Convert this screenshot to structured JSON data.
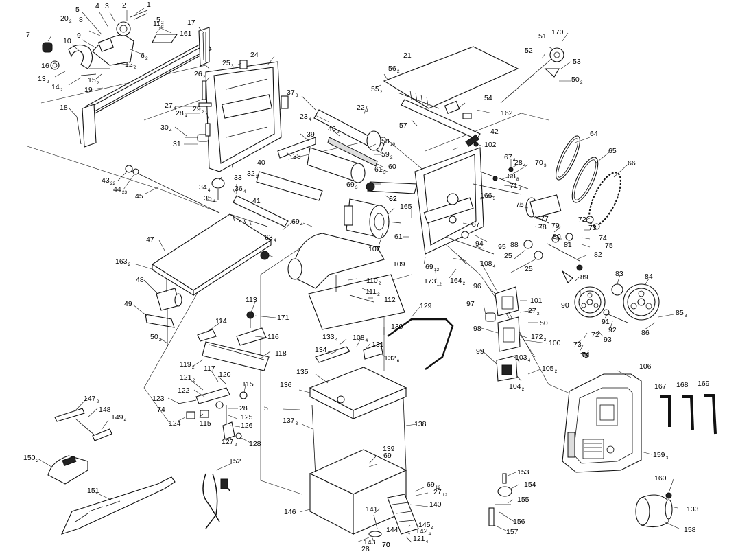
{
  "diagram": {
    "type": "exploded-parts-view",
    "callouts": [
      {
        "id": "c1",
        "n": "1",
        "q": ""
      },
      {
        "id": "c2",
        "n": "2",
        "q": ""
      },
      {
        "id": "c3",
        "n": "3",
        "q": ""
      },
      {
        "id": "c4",
        "n": "4",
        "q": ""
      },
      {
        "id": "c5",
        "n": "5",
        "q": ""
      },
      {
        "id": "c5b",
        "n": "5",
        "q": "2"
      },
      {
        "id": "c6",
        "n": "6",
        "q": "2"
      },
      {
        "id": "c7",
        "n": "7",
        "q": ""
      },
      {
        "id": "c8",
        "n": "8",
        "q": ""
      },
      {
        "id": "c9",
        "n": "9",
        "q": ""
      },
      {
        "id": "c10",
        "n": "10",
        "q": ""
      },
      {
        "id": "c11",
        "n": "11",
        "q": "2"
      },
      {
        "id": "c12",
        "n": "12",
        "q": "2"
      },
      {
        "id": "c13",
        "n": "13",
        "q": "2"
      },
      {
        "id": "c14",
        "n": "14",
        "q": "2"
      },
      {
        "id": "c15",
        "n": "15",
        "q": "2"
      },
      {
        "id": "c16",
        "n": "16",
        "q": ""
      },
      {
        "id": "c17",
        "n": "17",
        "q": ""
      },
      {
        "id": "c18",
        "n": "18",
        "q": ""
      },
      {
        "id": "c19",
        "n": "19",
        "q": ""
      },
      {
        "id": "c20",
        "n": "20",
        "q": "2"
      },
      {
        "id": "c161",
        "n": "161",
        "q": ""
      },
      {
        "id": "c21",
        "n": "21",
        "q": ""
      },
      {
        "id": "c22",
        "n": "22",
        "q": "2"
      },
      {
        "id": "c23",
        "n": "23",
        "q": "4"
      },
      {
        "id": "c24",
        "n": "24",
        "q": ""
      },
      {
        "id": "c25a",
        "n": "25",
        "q": "3"
      },
      {
        "id": "c26",
        "n": "26",
        "q": "2"
      },
      {
        "id": "c27a",
        "n": "27",
        "q": "4"
      },
      {
        "id": "c28a",
        "n": "28",
        "q": "4"
      },
      {
        "id": "c29",
        "n": "29",
        "q": "2"
      },
      {
        "id": "c30",
        "n": "30",
        "q": "4"
      },
      {
        "id": "c31",
        "n": "31",
        "q": ""
      },
      {
        "id": "c32",
        "n": "32",
        "q": "2"
      },
      {
        "id": "c33",
        "n": "33",
        "q": ""
      },
      {
        "id": "c34",
        "n": "34",
        "q": "4"
      },
      {
        "id": "c35",
        "n": "35",
        "q": "4"
      },
      {
        "id": "c36",
        "n": "36",
        "q": "4"
      },
      {
        "id": "c37",
        "n": "37",
        "q": "3"
      },
      {
        "id": "c38",
        "n": "38",
        "q": ""
      },
      {
        "id": "c39",
        "n": "39",
        "q": ""
      },
      {
        "id": "c40",
        "n": "40",
        "q": ""
      },
      {
        "id": "c41",
        "n": "41",
        "q": ""
      },
      {
        "id": "c42",
        "n": "42",
        "q": ""
      },
      {
        "id": "c43",
        "n": "43",
        "q": "22"
      },
      {
        "id": "c44",
        "n": "44",
        "q": "23"
      },
      {
        "id": "c45",
        "n": "45",
        "q": ""
      },
      {
        "id": "c46",
        "n": "46",
        "q": "2"
      },
      {
        "id": "c47",
        "n": "47",
        "q": ""
      },
      {
        "id": "c48",
        "n": "48",
        "q": ""
      },
      {
        "id": "c49",
        "n": "49",
        "q": ""
      },
      {
        "id": "c50a",
        "n": "50",
        "q": "2"
      },
      {
        "id": "c50b",
        "n": "50",
        "q": "2"
      },
      {
        "id": "c50c",
        "n": "50",
        "q": ""
      },
      {
        "id": "c51",
        "n": "51",
        "q": ""
      },
      {
        "id": "c52",
        "n": "52",
        "q": ""
      },
      {
        "id": "c53",
        "n": "53",
        "q": ""
      },
      {
        "id": "c54",
        "n": "54",
        "q": ""
      },
      {
        "id": "c55",
        "n": "55",
        "q": "2"
      },
      {
        "id": "c56",
        "n": "56",
        "q": "2"
      },
      {
        "id": "c57",
        "n": "57",
        "q": ""
      },
      {
        "id": "c58",
        "n": "58",
        "q": "10"
      },
      {
        "id": "c59",
        "n": "59",
        "q": "2"
      },
      {
        "id": "c60",
        "n": "60",
        "q": ""
      },
      {
        "id": "c61a",
        "n": "61",
        "q": "3"
      },
      {
        "id": "c61b",
        "n": "61",
        "q": ""
      },
      {
        "id": "c62",
        "n": "62",
        "q": ""
      },
      {
        "id": "c63",
        "n": "63",
        "q": "4"
      },
      {
        "id": "c64",
        "n": "64",
        "q": ""
      },
      {
        "id": "c65",
        "n": "65",
        "q": ""
      },
      {
        "id": "c66",
        "n": "66",
        "q": ""
      },
      {
        "id": "c67",
        "n": "67",
        "q": "4"
      },
      {
        "id": "c28b",
        "n": "28",
        "q": "4"
      },
      {
        "id": "c68",
        "n": "68",
        "q": "8"
      },
      {
        "id": "c69a",
        "n": "69",
        "q": "4"
      },
      {
        "id": "c69b",
        "n": "69",
        "q": "3"
      },
      {
        "id": "c69c",
        "n": "69",
        "q": "12"
      },
      {
        "id": "c69d",
        "n": "69",
        "q": ""
      },
      {
        "id": "c69e",
        "n": "69",
        "q": "12"
      },
      {
        "id": "c70a",
        "n": "70",
        "q": "3"
      },
      {
        "id": "c70b",
        "n": "70",
        "q": ""
      },
      {
        "id": "c71",
        "n": "71",
        "q": "2"
      },
      {
        "id": "c72a",
        "n": "72",
        "q": ""
      },
      {
        "id": "c72b",
        "n": "72",
        "q": ""
      },
      {
        "id": "c73a",
        "n": "73",
        "q": ""
      },
      {
        "id": "c73b",
        "n": "73",
        "q": ""
      },
      {
        "id": "c74a",
        "n": "74",
        "q": ""
      },
      {
        "id": "c74b",
        "n": "74",
        "q": ""
      },
      {
        "id": "c74c",
        "n": "74",
        "q": ""
      },
      {
        "id": "c75a",
        "n": "75",
        "q": ""
      },
      {
        "id": "c75b",
        "n": "75",
        "q": ""
      },
      {
        "id": "c76",
        "n": "76",
        "q": ""
      },
      {
        "id": "c77",
        "n": "77",
        "q": ""
      },
      {
        "id": "c78",
        "n": "78",
        "q": ""
      },
      {
        "id": "c79",
        "n": "79",
        "q": ""
      },
      {
        "id": "c80",
        "n": "80",
        "q": ""
      },
      {
        "id": "c81",
        "n": "81",
        "q": ""
      },
      {
        "id": "c82",
        "n": "82",
        "q": ""
      },
      {
        "id": "c83",
        "n": "83",
        "q": ""
      },
      {
        "id": "c84",
        "n": "84",
        "q": ""
      },
      {
        "id": "c85",
        "n": "85",
        "q": "3"
      },
      {
        "id": "c86",
        "n": "86",
        "q": ""
      },
      {
        "id": "c87",
        "n": "87",
        "q": ""
      },
      {
        "id": "c88",
        "n": "88",
        "q": ""
      },
      {
        "id": "c89",
        "n": "89",
        "q": ""
      },
      {
        "id": "c90",
        "n": "90",
        "q": ""
      },
      {
        "id": "c91",
        "n": "91",
        "q": ""
      },
      {
        "id": "c92",
        "n": "92",
        "q": ""
      },
      {
        "id": "c93",
        "n": "93",
        "q": ""
      },
      {
        "id": "c94",
        "n": "94",
        "q": ""
      },
      {
        "id": "c95",
        "n": "95",
        "q": ""
      },
      {
        "id": "c96",
        "n": "96",
        "q": ""
      },
      {
        "id": "c97",
        "n": "97",
        "q": ""
      },
      {
        "id": "c98",
        "n": "98",
        "q": ""
      },
      {
        "id": "c99",
        "n": "99",
        "q": ""
      },
      {
        "id": "c100",
        "n": "100",
        "q": ""
      },
      {
        "id": "c101",
        "n": "101",
        "q": ""
      },
      {
        "id": "c102",
        "n": "102",
        "q": ""
      },
      {
        "id": "c103",
        "n": "103",
        "q": "4"
      },
      {
        "id": "c104",
        "n": "104",
        "q": "2"
      },
      {
        "id": "c105",
        "n": "105",
        "q": "2"
      },
      {
        "id": "c106",
        "n": "106",
        "q": ""
      },
      {
        "id": "c107",
        "n": "107",
        "q": ""
      },
      {
        "id": "c108a",
        "n": "108",
        "q": "4"
      },
      {
        "id": "c108b",
        "n": "108",
        "q": "4"
      },
      {
        "id": "c109",
        "n": "109",
        "q": ""
      },
      {
        "id": "c110",
        "n": "110",
        "q": "2"
      },
      {
        "id": "c111",
        "n": "111",
        "q": "2"
      },
      {
        "id": "c112",
        "n": "112",
        "q": ""
      },
      {
        "id": "c113",
        "n": "113",
        "q": ""
      },
      {
        "id": "c114",
        "n": "114",
        "q": ""
      },
      {
        "id": "c115a",
        "n": "115",
        "q": ""
      },
      {
        "id": "c115b",
        "n": "115",
        "q": ""
      },
      {
        "id": "c116",
        "n": "116",
        "q": ""
      },
      {
        "id": "c117",
        "n": "117",
        "q": ""
      },
      {
        "id": "c118",
        "n": "118",
        "q": ""
      },
      {
        "id": "c119",
        "n": "119",
        "q": "2"
      },
      {
        "id": "c120",
        "n": "120",
        "q": ""
      },
      {
        "id": "c121a",
        "n": "121",
        "q": "2"
      },
      {
        "id": "c121b",
        "n": "121",
        "q": "4"
      },
      {
        "id": "c122",
        "n": "122",
        "q": ""
      },
      {
        "id": "c123",
        "n": "123",
        "q": ""
      },
      {
        "id": "c124",
        "n": "124",
        "q": ""
      },
      {
        "id": "c125",
        "n": "125",
        "q": ""
      },
      {
        "id": "c126",
        "n": "126",
        "q": ""
      },
      {
        "id": "c127a",
        "n": "127",
        "q": "2"
      },
      {
        "id": "c127b",
        "n": "27",
        "q": "12"
      },
      {
        "id": "c127c",
        "n": "27",
        "q": "2"
      },
      {
        "id": "c128b",
        "n": "128",
        "q": ""
      },
      {
        "id": "c28c",
        "n": "28",
        "q": ""
      },
      {
        "id": "c28d",
        "n": "28",
        "q": ""
      },
      {
        "id": "c129",
        "n": "129",
        "q": ""
      },
      {
        "id": "c130",
        "n": "130",
        "q": ""
      },
      {
        "id": "c131",
        "n": "131",
        "q": ""
      },
      {
        "id": "c132",
        "n": "132",
        "q": "6"
      },
      {
        "id": "c133a",
        "n": "133",
        "q": "4"
      },
      {
        "id": "c133b",
        "n": "133",
        "q": ""
      },
      {
        "id": "c134",
        "n": "134",
        "q": "2"
      },
      {
        "id": "c135",
        "n": "135",
        "q": ""
      },
      {
        "id": "c136",
        "n": "136",
        "q": ""
      },
      {
        "id": "c137",
        "n": "137",
        "q": "3"
      },
      {
        "id": "c138",
        "n": "138",
        "q": ""
      },
      {
        "id": "c139",
        "n": "139",
        "q": ""
      },
      {
        "id": "c140",
        "n": "140",
        "q": ""
      },
      {
        "id": "c141",
        "n": "141",
        "q": ""
      },
      {
        "id": "c142",
        "n": "142",
        "q": "4"
      },
      {
        "id": "c143",
        "n": "143",
        "q": ""
      },
      {
        "id": "c144",
        "n": "144",
        "q": ""
      },
      {
        "id": "c145",
        "n": "145",
        "q": "4"
      },
      {
        "id": "c146",
        "n": "146",
        "q": ""
      },
      {
        "id": "c147",
        "n": "147",
        "q": "2"
      },
      {
        "id": "c148",
        "n": "148",
        "q": ""
      },
      {
        "id": "c149",
        "n": "149",
        "q": "4"
      },
      {
        "id": "c150",
        "n": "150",
        "q": "2"
      },
      {
        "id": "c151",
        "n": "151",
        "q": ""
      },
      {
        "id": "c152",
        "n": "152",
        "q": ""
      },
      {
        "id": "c153",
        "n": "153",
        "q": ""
      },
      {
        "id": "c154",
        "n": "154",
        "q": ""
      },
      {
        "id": "c155",
        "n": "155",
        "q": ""
      },
      {
        "id": "c156",
        "n": "156",
        "q": ""
      },
      {
        "id": "c157",
        "n": "157",
        "q": ""
      },
      {
        "id": "c158",
        "n": "158",
        "q": ""
      },
      {
        "id": "c159",
        "n": "159",
        "q": "3"
      },
      {
        "id": "c160",
        "n": "160",
        "q": ""
      },
      {
        "id": "c162",
        "n": "162",
        "q": ""
      },
      {
        "id": "c163",
        "n": "163",
        "q": "2"
      },
      {
        "id": "c164",
        "n": "164",
        "q": "2"
      },
      {
        "id": "c165",
        "n": "165",
        "q": ""
      },
      {
        "id": "c166",
        "n": "166",
        "q": "3"
      },
      {
        "id": "c167",
        "n": "167",
        "q": ""
      },
      {
        "id": "c168",
        "n": "168",
        "q": ""
      },
      {
        "id": "c169",
        "n": "169",
        "q": ""
      },
      {
        "id": "c170",
        "n": "170",
        "q": ""
      },
      {
        "id": "c171",
        "n": "171",
        "q": ""
      },
      {
        "id": "c172",
        "n": "172",
        "q": "2"
      },
      {
        "id": "c173",
        "n": "173",
        "q": "12"
      },
      {
        "id": "c25b",
        "n": "25",
        "q": ""
      },
      {
        "id": "c25c",
        "n": "25",
        "q": ""
      },
      {
        "id": "c5c",
        "n": "5",
        "q": ""
      },
      {
        "id": "c74d",
        "n": "74",
        "q": ""
      },
      {
        "id": "c70c",
        "n": "70",
        "q": ""
      },
      {
        "id": "c62b",
        "n": "62",
        "q": ""
      }
    ]
  }
}
